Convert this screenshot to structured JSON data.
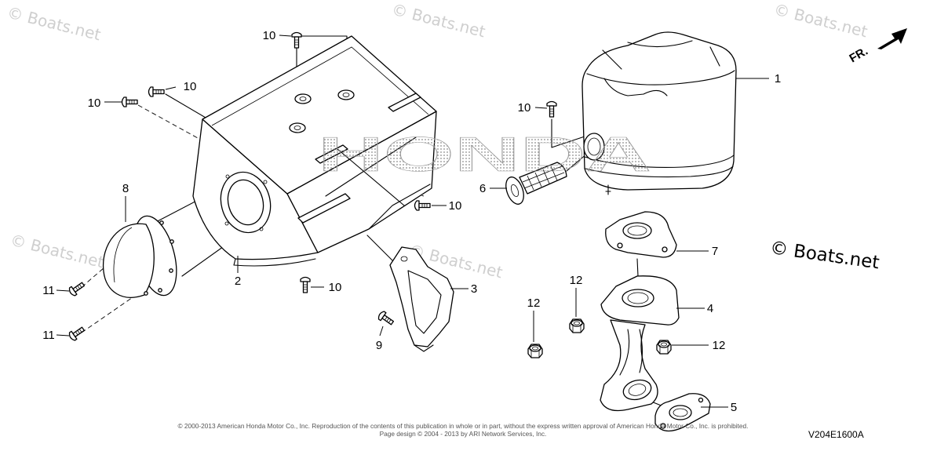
{
  "watermark_text": "© Boats.net",
  "logo_watermark": "HONDA",
  "direction_label": "FR.",
  "site_credit": "© Boats.net",
  "diagram_id": "V204E1600A",
  "copyright": {
    "line1": "© 2000-2013 American Honda Motor Co., Inc. Reproduction of the contents of this publication in whole or in part, without the express written approval of American Honda Motor Co., Inc. is prohibited.",
    "line2": "Page design © 2004 - 2013 by ARI Network Services, Inc."
  },
  "callouts": [
    "10",
    "10",
    "10",
    "1",
    "10",
    "6",
    "10",
    "8",
    "7",
    "2",
    "10",
    "3",
    "12",
    "12",
    "4",
    "12",
    "11",
    "11",
    "9",
    "5"
  ],
  "colors": {
    "line": "#000000",
    "watermark": "#cfcfcf",
    "background": "#ffffff"
  }
}
